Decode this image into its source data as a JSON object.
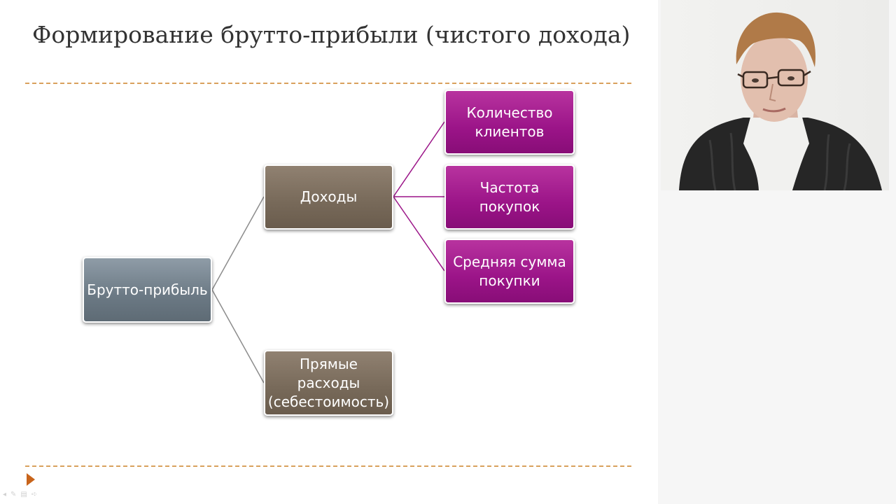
{
  "slide": {
    "title": "Формирование брутто-прибыли (чистого дохода)"
  },
  "diagram": {
    "root": "Брутто-прибыль",
    "income": "Доходы",
    "costs": "Прямые расходы (себестоимость)",
    "income_children": [
      "Количество клиентов",
      "Частота покупок",
      "Средняя сумма покупки"
    ]
  },
  "colors": {
    "root": "#6b7984",
    "level2": "#776959",
    "level3": "#9b1488",
    "connector_gray": "#8c8c8c",
    "connector_magenta": "#9b1488",
    "rule": "#d9a15d",
    "marker": "#c8641b"
  },
  "toolbar": {
    "icons": [
      "prev-icon",
      "pen-icon",
      "menu-icon",
      "next-icon"
    ]
  }
}
